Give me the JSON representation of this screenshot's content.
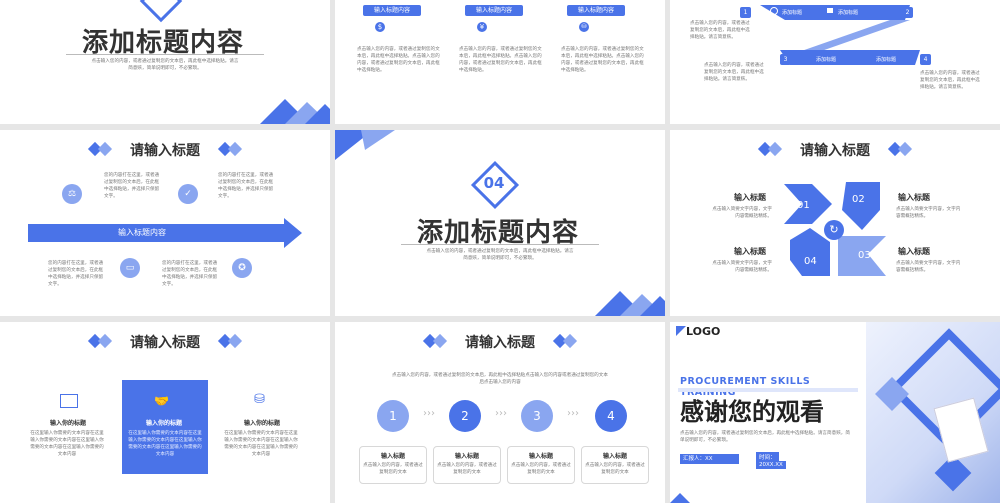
{
  "colors": {
    "primary": "#4a73e8",
    "light": "#8aa6f0",
    "pale": "#dfe6fb"
  },
  "s1": {
    "title": "添加标题内容",
    "desc": "点击输入您的内容，或者通过复制您的文本后，再此框中选择粘贴。请言简意赅，简单说明即可，不必繁琐。"
  },
  "s2": {
    "items": [
      {
        "label": "输入标题内容",
        "icon": "money-bag-icon",
        "glyph": "$",
        "text": "点击输入您的内容，或者通过复制您的文本后，再此框中选择粘贴。点击输入您的内容，或者通过复制您的文本后，再此框中选择粘贴。"
      },
      {
        "label": "输入标题内容",
        "icon": "yen-icon",
        "glyph": "¥",
        "text": "点击输入您的内容，或者通过复制您的文本后，再此框中选择粘贴。点击输入您的内容，或者通过复制您的文本后，再此框中选择粘贴。"
      },
      {
        "label": "输入标题内容",
        "icon": "coins-icon",
        "glyph": "⛁",
        "text": "点击输入您的内容，或者通过复制您的文本后，再此框中选择粘贴。点击输入您的内容，或者通过复制您的文本后，再此框中选择粘贴。"
      }
    ]
  },
  "s3": {
    "nums": [
      "1",
      "2",
      "3",
      "4"
    ],
    "tags": [
      "添加标题",
      "添加标题",
      "添加标题",
      "添加标题"
    ],
    "texts": [
      "点击输入您的内容，或者通过复制您的文本后，再此框中选择粘贴。请言简意赅。",
      "点击输入您的内容，或者通过复制您的文本后，再此框中选择粘贴。请言简意赅。",
      "点击输入您的内容，或者通过复制您的文本后，再此框中选择粘贴。请言简意赅。"
    ]
  },
  "s4": {
    "title": "请输入标题",
    "bar": "输入标题内容",
    "texts": [
      "您的内容打在这里，或者通过复制您的文本后，在此框中选择粘贴，并选择只保留文字。",
      "您的内容打在这里，或者通过复制您的文本后，在此框中选择粘贴，并选择只保留文字。",
      "您的内容打在这里，或者通过复制您的文本后，在此框中选择粘贴，并选择只保留文字。",
      "您的内容打在这里，或者通过复制您的文本后，在此框中选择粘贴，并选择只保留文字。"
    ]
  },
  "s5": {
    "num": "04",
    "title": "添加标题内容",
    "desc": "点击输入您的内容，或者通过复制您的文本后，再此框中选择粘贴。请言简意赅，简单说明即可，不必繁琐。"
  },
  "s6": {
    "title": "请输入标题",
    "items": [
      {
        "num": "01",
        "head": "输入标题",
        "text": "点击输入简要文字内容，文字内容需概括精炼。"
      },
      {
        "num": "02",
        "head": "输入标题",
        "text": "点击输入简要文字内容，文字内容需概括精炼。"
      },
      {
        "num": "04",
        "head": "输入标题",
        "text": "点击输入简要文字内容，文字内容需概括精炼。"
      },
      {
        "num": "03",
        "head": "输入标题",
        "text": "点击输入简要文字内容，文字内容需概括精炼。"
      }
    ]
  },
  "s7": {
    "title": "请输入标题",
    "cols": [
      {
        "head": "输入你的标题",
        "text": "在这里输入你需要的文本内容在这里输入你需要的文本内容在这里输入你需要的文本内容在这里输入你需要的文本内容"
      },
      {
        "head": "输入你的标题",
        "text": "在这里输入你需要的文本内容在这里输入你需要的文本内容在这里输入你需要的文本内容在这里输入你需要的文本内容"
      },
      {
        "head": "输入你的标题",
        "text": "在这里输入你需要的文本内容在这里输入你需要的文本内容在这里输入你需要的文本内容在这里输入你需要的文本内容"
      }
    ]
  },
  "s8": {
    "title": "请输入标题",
    "intro": "点击输入您的内容，或者通过复制您的文本后，再此框中选择粘贴点击输入您的内容或者通过复制您的文本后点击输入您的内容",
    "steps": [
      {
        "num": "1",
        "head": "输入标题",
        "text": "点击输入您的内容，或者通过复制您的文本"
      },
      {
        "num": "2",
        "head": "输入标题",
        "text": "点击输入您的内容，或者通过复制您的文本"
      },
      {
        "num": "3",
        "head": "输入标题",
        "text": "点击输入您的内容，或者通过复制您的文本"
      },
      {
        "num": "4",
        "head": "输入标题",
        "text": "点击输入您的内容，或者通过复制您的文本"
      }
    ]
  },
  "s9": {
    "logo": "LOGO",
    "en": "PROCUREMENT SKILLS TRAINING",
    "title": "感谢您的观看",
    "desc": "点击输入您的内容，或者通过复制您的文本后，再此框中选择粘贴。请言简意赅，简单说明即可，不必繁琐。",
    "reporter": "汇报人：XX",
    "time_label": "时间：",
    "time": "20XX.XX"
  }
}
